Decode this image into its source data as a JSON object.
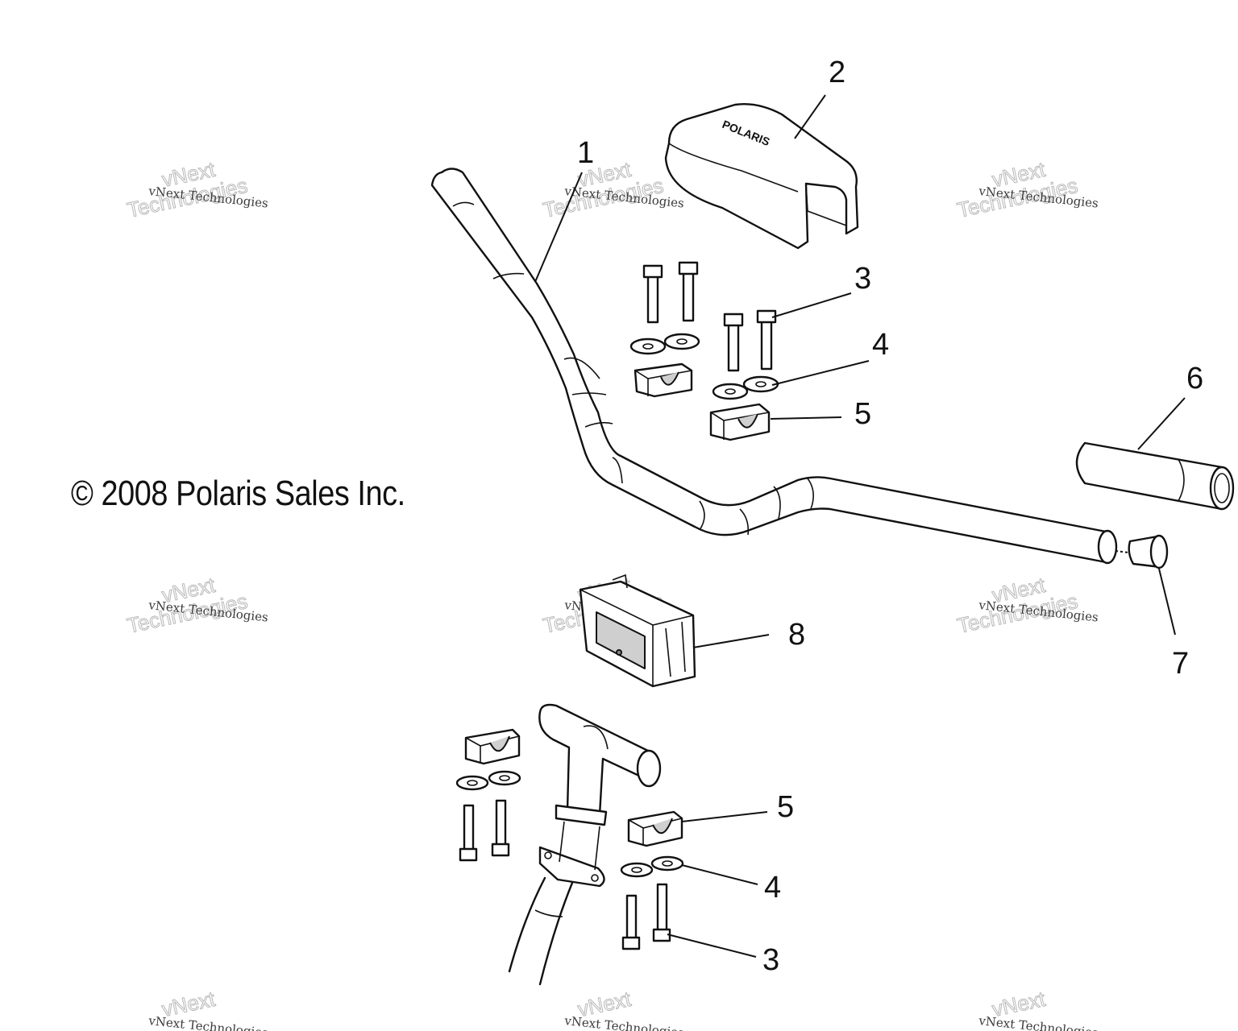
{
  "copyright": "© 2008 Polaris Sales Inc.",
  "watermark": {
    "line1": "vNext Technologies",
    "line2": "Technologies",
    "line3": "vNext"
  },
  "callouts": [
    "1",
    "2",
    "3",
    "4",
    "5",
    "6",
    "7",
    "8",
    "5",
    "4",
    "3"
  ],
  "pad_logo": "POLARIS",
  "colors": {
    "line": "#111111",
    "background": "#ffffff"
  }
}
